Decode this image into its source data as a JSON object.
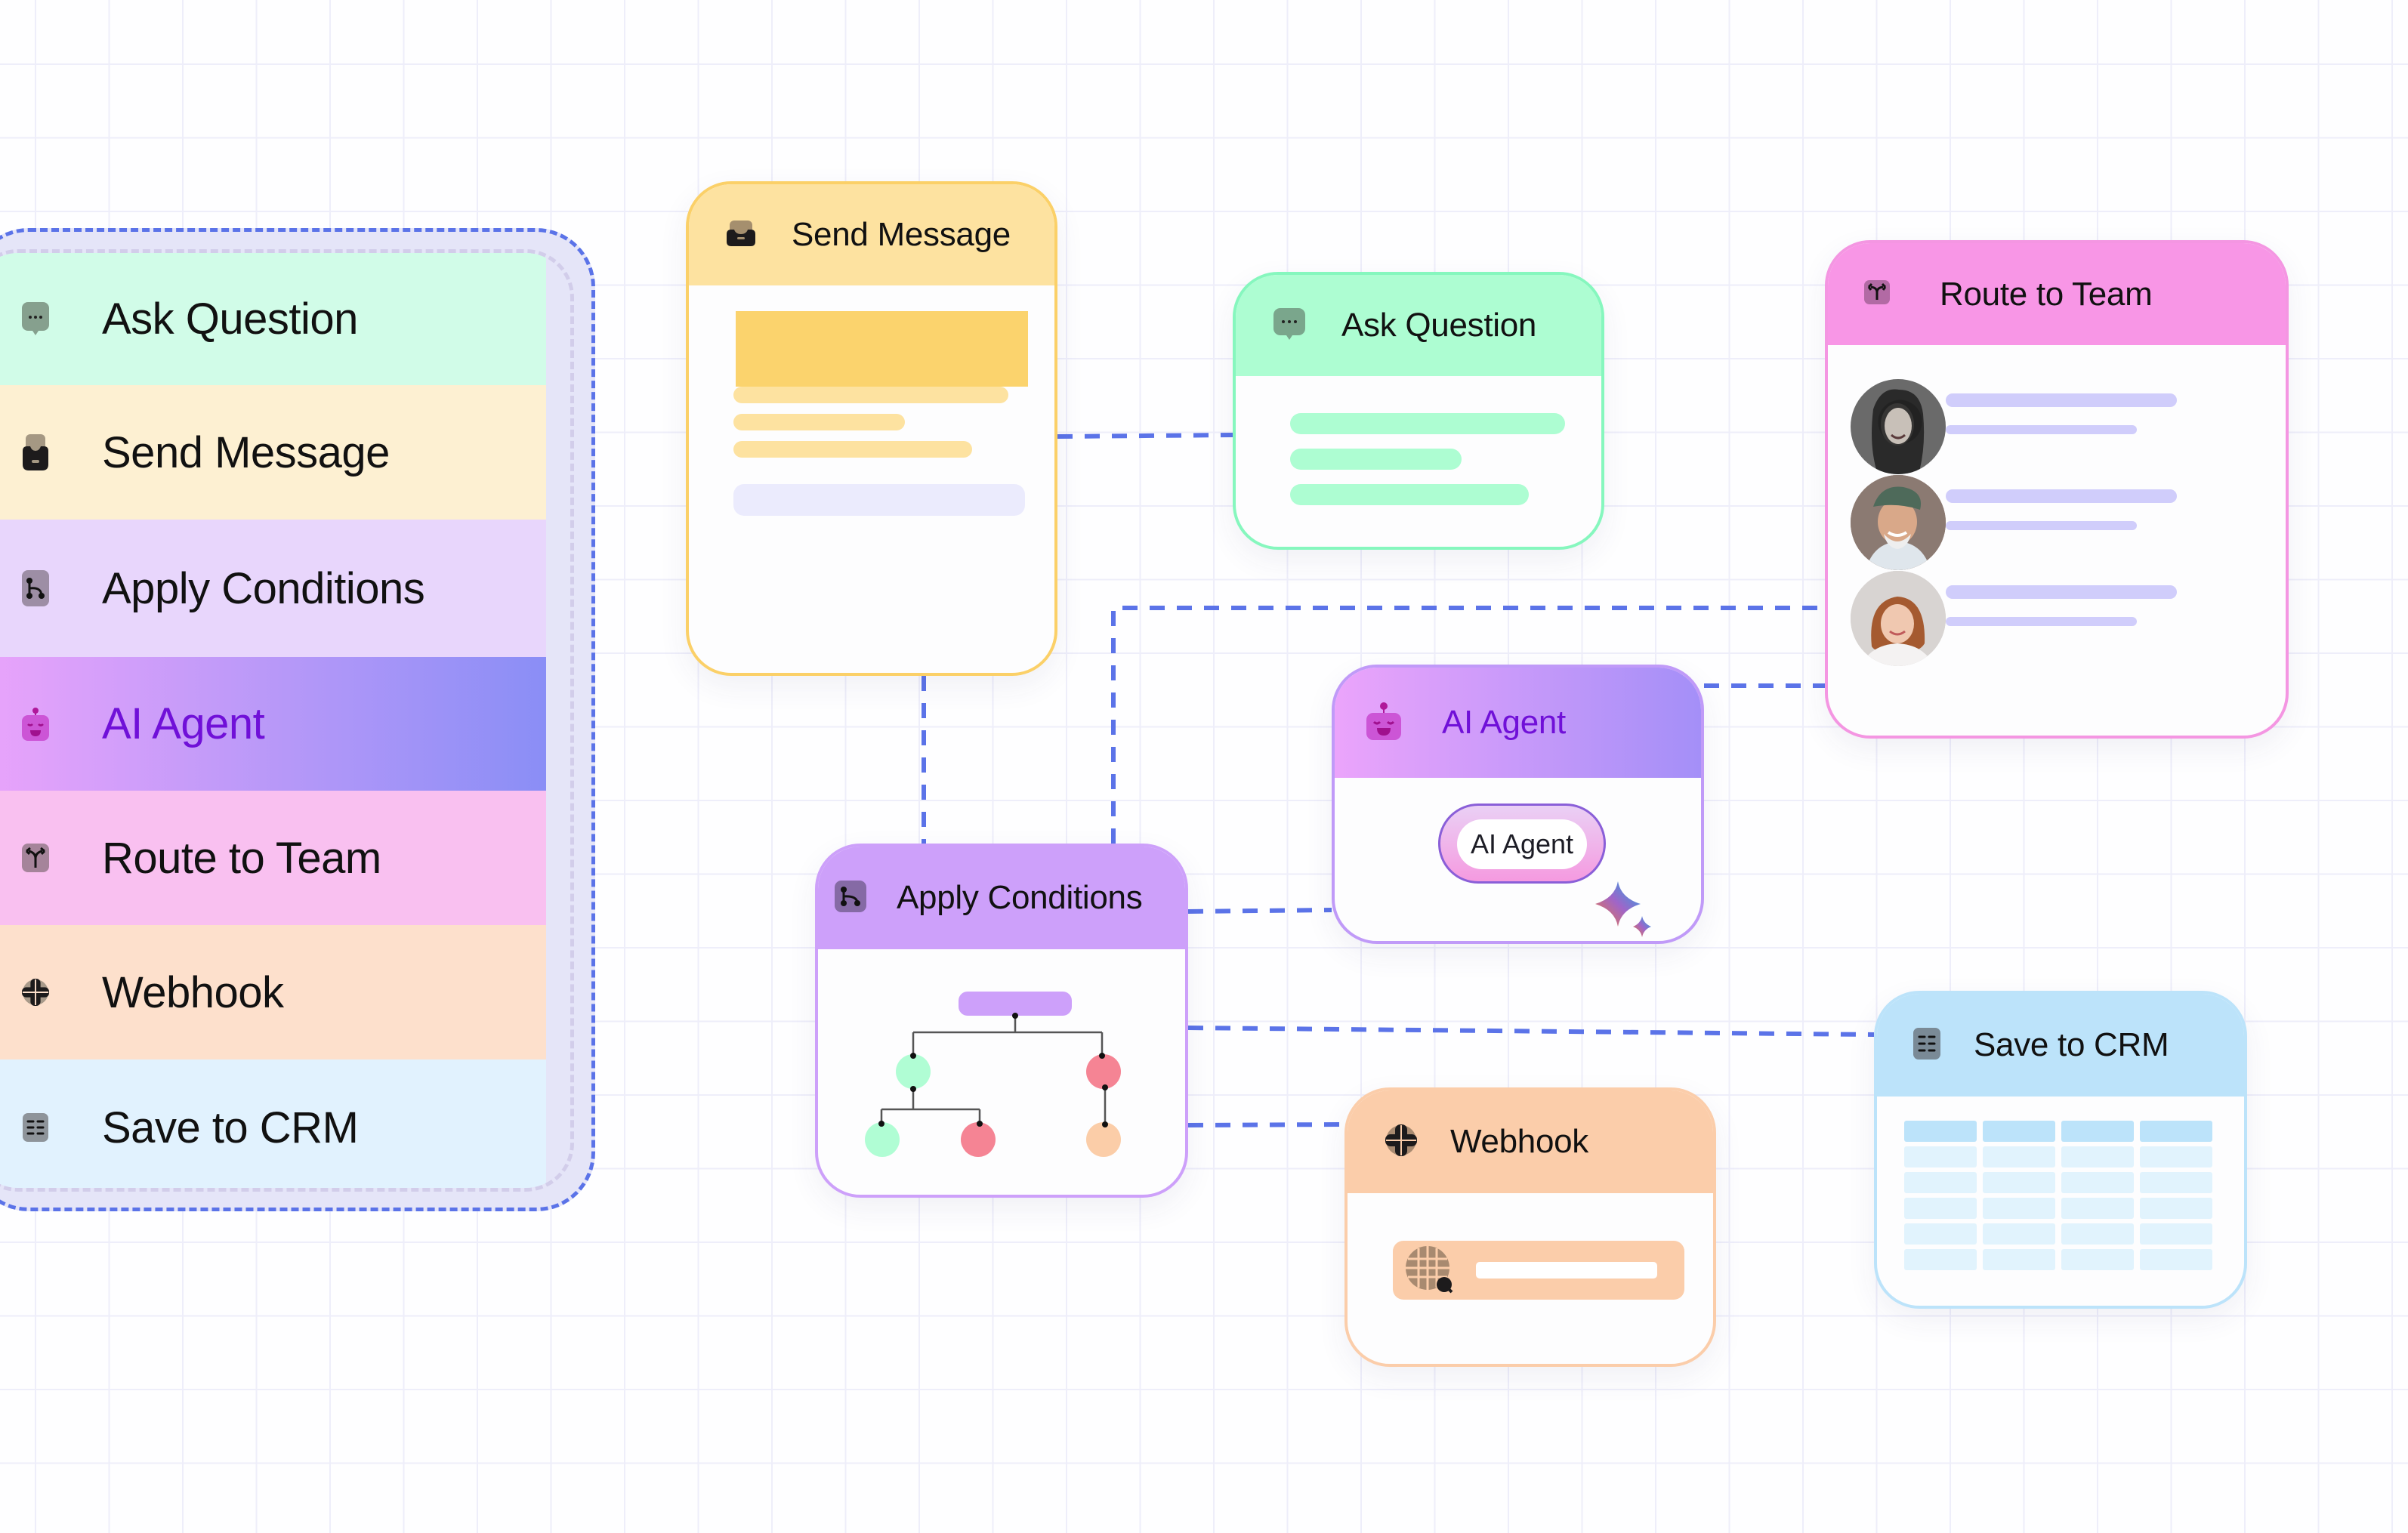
{
  "canvas": {
    "grid_color": "#eeeefa",
    "connector_color": "#5b73e8"
  },
  "palette": {
    "items": [
      {
        "label": "Ask Question",
        "icon": "chat-bubble-icon",
        "bg": "#d1fce8"
      },
      {
        "label": "Send Message",
        "icon": "inbox-icon",
        "bg": "#fdf0d2"
      },
      {
        "label": "Apply Conditions",
        "icon": "branch-icon",
        "bg": "#e8d6fc"
      },
      {
        "label": "AI Agent",
        "icon": "robot-icon",
        "bg": "linear-gradient(to right,#eba4fb,#8a8ef6)",
        "text_color": "#7010d8"
      },
      {
        "label": "Route to Team",
        "icon": "split-arrow-icon",
        "bg": "#f9c0f0"
      },
      {
        "label": "Webhook",
        "icon": "globe-icon",
        "bg": "#fde0cc"
      },
      {
        "label": "Save to CRM",
        "icon": "table-icon",
        "bg": "#e1f2fe"
      }
    ]
  },
  "nodes": {
    "send_message": {
      "title": "Send Message",
      "header_color": "#fde2a0",
      "border_color": "#fbd068"
    },
    "ask_question": {
      "title": "Ask Question",
      "header_color": "#adfdd2",
      "border_color": "#86f7be"
    },
    "route_to_team": {
      "title": "Route to Team",
      "header_color": "#f896e6",
      "border_color": "#f496e2",
      "members": 3
    },
    "ai_agent": {
      "title": "AI Agent",
      "chip_label": "AI Agent",
      "text_color": "#7010d8",
      "border_color": "#c09af8"
    },
    "apply_conditions": {
      "title": "Apply Conditions",
      "header_color": "#cda0fa",
      "border_color": "#cda0fa"
    },
    "webhook": {
      "title": "Webhook",
      "header_color": "#fbcdaa",
      "border_color": "#fbcdaa"
    },
    "save_to_crm": {
      "title": "Save to CRM",
      "header_color": "#bce3fa",
      "border_color": "#bce3fa",
      "table_cols": 4,
      "table_rows": 6
    }
  }
}
